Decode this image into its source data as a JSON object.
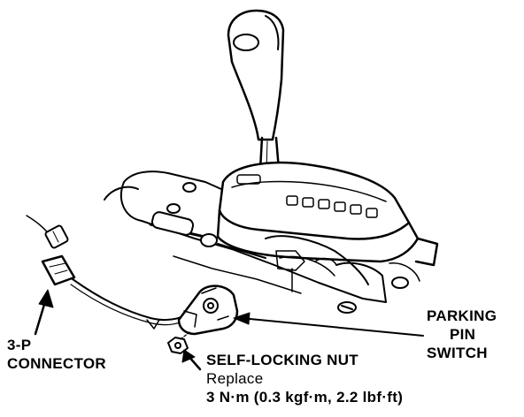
{
  "labels": {
    "parking_pin_switch": [
      "PARKING",
      "PIN",
      "SWITCH"
    ],
    "connector": [
      "3-P",
      "CONNECTOR"
    ],
    "nut": {
      "name": "SELF-LOCKING NUT",
      "note": "Replace",
      "torque": "3 N·m (0.3 kgf·m, 2.2 lbf·ft)"
    }
  },
  "colors": {
    "ink": "#000000",
    "paper": "#ffffff"
  }
}
